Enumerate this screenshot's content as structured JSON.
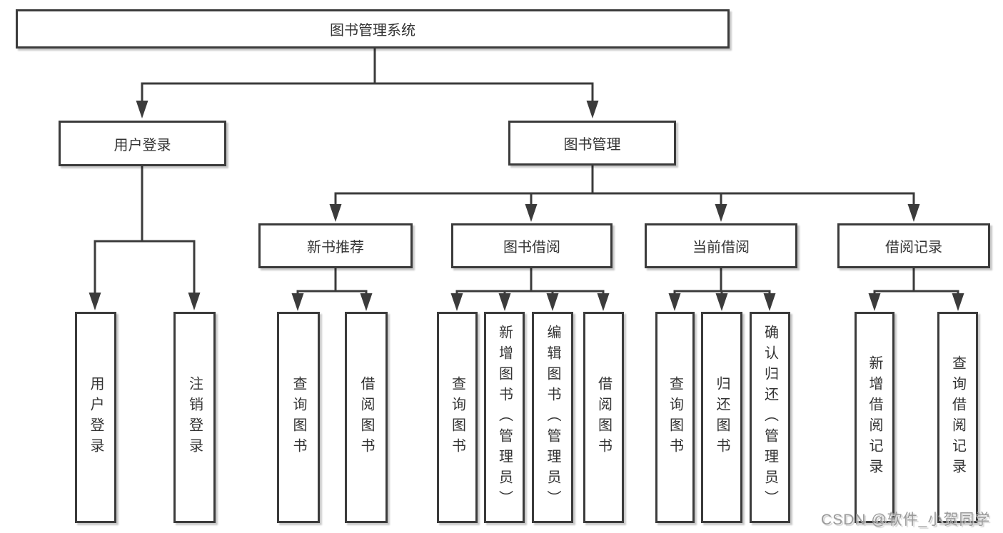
{
  "tree": {
    "label": "图书管理系统",
    "children": [
      {
        "label": "用户登录",
        "children": [
          {
            "label": "用户登录"
          },
          {
            "label": "注销登录"
          }
        ]
      },
      {
        "label": "图书管理",
        "children": [
          {
            "label": "新书推荐",
            "children": [
              {
                "label": "查询图书"
              },
              {
                "label": "借阅图书"
              }
            ]
          },
          {
            "label": "图书借阅",
            "children": [
              {
                "label": "查询图书"
              },
              {
                "label": "新增图书（管理员）"
              },
              {
                "label": "编辑图书（管理员）"
              },
              {
                "label": "借阅图书"
              }
            ]
          },
          {
            "label": "当前借阅",
            "children": [
              {
                "label": "查询图书"
              },
              {
                "label": "归还图书"
              },
              {
                "label": "确认归还（管理员）"
              }
            ]
          },
          {
            "label": "借阅记录",
            "children": [
              {
                "label": "新增借阅记录"
              },
              {
                "label": "查询借阅记录"
              }
            ]
          }
        ]
      }
    ]
  },
  "watermark": "CSDN @软件_小贺同学",
  "colors": {
    "line": "#3b3b3b",
    "text": "#333333",
    "box_background": "#ffffff",
    "watermark_text": "#9a9a9a"
  }
}
